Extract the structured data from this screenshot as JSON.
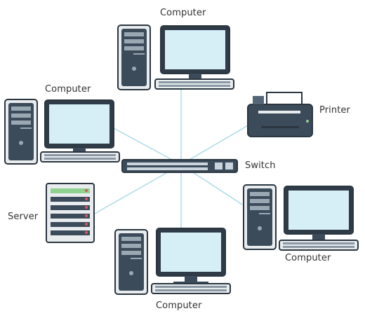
{
  "labels": {
    "computer_top": "Computer",
    "computer_left": "Computer",
    "printer": "Printer",
    "switch": "Switch",
    "server": "Server",
    "computer_right": "Computer",
    "computer_bottom": "Computer"
  },
  "colors": {
    "link_line": "#a9d8e6",
    "device_dark": "#3c4b5a",
    "device_mid": "#556676",
    "device_light": "#e8ecef",
    "screen": "#d6eef6",
    "outline": "#2b3640",
    "server_led": "#8fd18f",
    "server_dot": "#d65a5a"
  }
}
